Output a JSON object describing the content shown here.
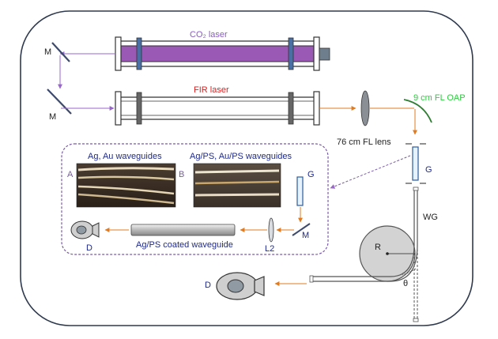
{
  "labels": {
    "co2_laser": "CO₂ laser",
    "fir_laser": "FIR laser",
    "mirror_top": "M",
    "mirror_mid": "M",
    "mirror_inset": "M",
    "fl_lens": "76 cm FL lens",
    "oap": "9 cm FL OAP",
    "grating_main": "G",
    "grating_inset": "G",
    "waveguide": "WG",
    "radius": "R",
    "angle": "θ",
    "detector_main": "D",
    "detector_inset": "D",
    "lens_inset": "L2",
    "ag_au_title": "Ag, Au waveguides",
    "agps_title": "Ag/PS, Au/PS waveguides",
    "end_a": "A",
    "end_b": "B",
    "coated_waveguide": "Ag/PS coated waveguide"
  },
  "colors": {
    "co2_beam": "#9966cc",
    "fir_beam": "#e07b20",
    "co2_laser_text": "#8a5bc4",
    "fir_laser_text": "#e21b1b",
    "oap_text": "#2ecc40",
    "inset_text": "#1e2a8c",
    "inset_border": "#7a5aa8",
    "outline": "#2f3a4f"
  }
}
